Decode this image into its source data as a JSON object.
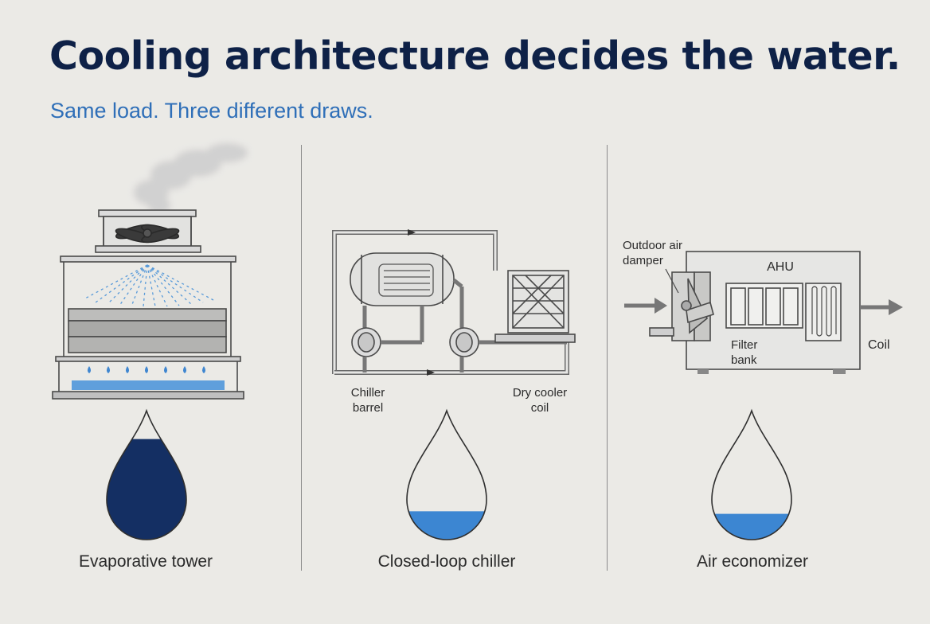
{
  "title": "Cooling architecture decides the water.",
  "subtitle": "Same load. Three different draws.",
  "colors": {
    "navy": "#0e2147",
    "accent_blue": "#2f6fb8",
    "water_blue": "#3c86d2",
    "dark_water": "#142f63",
    "line": "#4a4a4a"
  },
  "panels": [
    {
      "caption": "Evaporative tower",
      "water_level": 0.78,
      "icon": "cooling-tower-icon"
    },
    {
      "caption": "Closed-loop chiller",
      "water_level": 0.22,
      "icon": "chiller-icon",
      "labels": {
        "chiller": "Chiller barrel",
        "dry_cooler": "Dry cooler coil"
      }
    },
    {
      "caption": "Air economizer",
      "water_level": 0.2,
      "icon": "air-handler-icon",
      "labels": {
        "damper": "Outdoor air damper",
        "ahu": "AHU",
        "filter": "Filter bank",
        "coil": "Coil"
      }
    }
  ]
}
